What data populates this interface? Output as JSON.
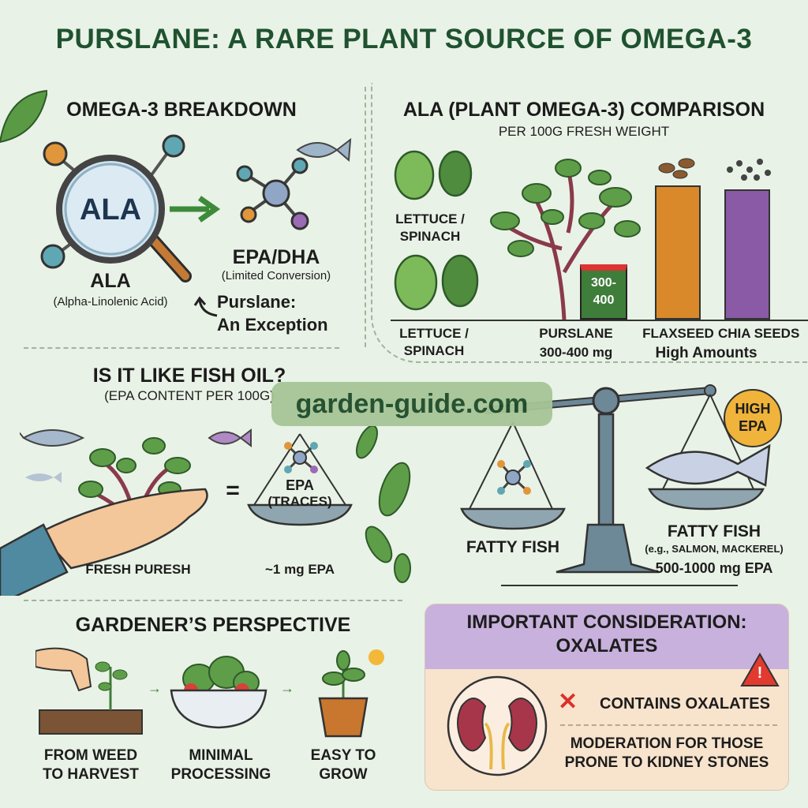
{
  "title": "PURSLANE: A RARE PLANT SOURCE OF OMEGA-3",
  "breakdown": {
    "heading": "OMEGA-3 BREAKDOWN",
    "magnifier_label": "ALA",
    "ala_label": "ALA",
    "ala_full": "(Alpha-Linolenic Acid)",
    "epa_dha_label": "EPA/DHA",
    "conversion_note": "(Limited Conversion)",
    "exception_line1": "Purslane:",
    "exception_line2": "An Exception"
  },
  "comparison": {
    "heading": "ALA (PLANT OMEGA-3) COMPARISON",
    "subheading": "PER 100G FRESH WEIGHT",
    "lettuce_top_line1": "LETTUCE /",
    "lettuce_top_line2": "SPINACH",
    "lettuce_bottom_line1": "LETTUCE /",
    "lettuce_bottom_line2": "SPINACH",
    "purslane_bar_line1": "300-",
    "purslane_bar_line2": "400",
    "purslane_label": "PURSLANE",
    "purslane_amount": "300-400 mg",
    "flaxseed_label": "FLAXSEED",
    "chia_label": "CHIA SEEDS",
    "seeds_amount": "High Amounts",
    "colors": {
      "purslane_bar": "#3f7d3a",
      "flaxseed_bar": "#d9892a",
      "chia_bar": "#8a5aa6"
    }
  },
  "fish_oil": {
    "heading": "IS IT LIKE FISH OIL?",
    "subheading": "(EPA CONTENT PER 100G)",
    "equals": "=",
    "purslane_label": "FRESH PURESH",
    "epa_line1": "EPA",
    "epa_line2": "(TRACES)",
    "epa_amount": "~1 mg EPA",
    "left_pan_label": "FATTY FISH",
    "badge_line1": "HIGH",
    "badge_line2": "EPA",
    "fish_label": "FATTY FISH",
    "fish_examples": "(e.g., SALMON, MACKEREL)",
    "fish_amount": "500-1000 mg EPA"
  },
  "watermark": "garden-guide.com",
  "gardener": {
    "heading": "GARDENER’S PERSPECTIVE",
    "steps": [
      {
        "line1": "FROM WEED",
        "line2": "TO HARVEST",
        "icon": "planting-hand-icon"
      },
      {
        "line1": "MINIMAL",
        "line2": "PROCESSING",
        "icon": "salad-bowl-icon"
      },
      {
        "line1": "EASY TO",
        "line2": "GROW",
        "icon": "potted-plant-icon"
      }
    ],
    "arrow": "→"
  },
  "oxalates": {
    "heading_line1": "IMPORTANT CONSIDERATION:",
    "heading_line2": "OXALATES",
    "warning_icon": "!",
    "contains": "CONTAINS OXALATES",
    "x_mark": "✕",
    "advice_line1": "MODERATION FOR THOSE",
    "advice_line2": "PRONE TO KIDNEY STONES",
    "colors": {
      "header": "#c8b1dd",
      "body": "#f8e3cc",
      "warning": "#e23a2f"
    }
  }
}
